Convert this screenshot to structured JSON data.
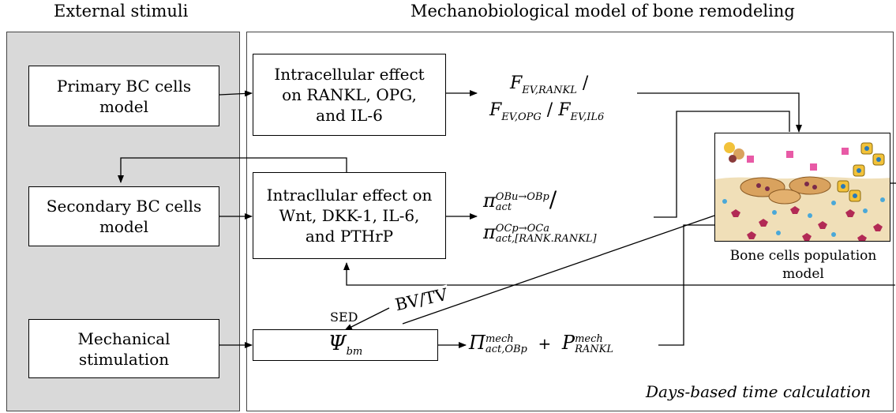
{
  "headers": {
    "left": "External stimuli",
    "right": "Mechanobiological model of bone remodeling"
  },
  "boxes": {
    "primary": "Primary BC cells\nmodel",
    "secondary": "Secondary BC cells\nmodel",
    "mechanical": "Mechanical\nstimulation",
    "intra1": "Intracellular effect\non RANKL, OPG,\nand IL-6",
    "intra2": "Intracllular effect on\nWnt, DKK-1, IL-6,\nand PTHrP",
    "bone_caption": "Bone cells population\nmodel"
  },
  "formulas": {
    "f_symbol": "F",
    "f_sub1": "EV,RANKL",
    "f_sub2": "EV,OPG",
    "f_sub3": "EV,IL6",
    "slash": "/",
    "pi_symbol": "π",
    "pi1_sup": "OBu→OBp",
    "pi1_sub": "act",
    "pi2_sup": "OCp→OCa",
    "pi2_sub": "act,[RANK.RANKL]",
    "psi_symbol": "Ψ",
    "psi_sub": "bm",
    "Pi_symbol": "Π",
    "Pi_sup": "mech",
    "Pi_sub": "act,OBp",
    "plus": "+",
    "P_symbol": "P",
    "P_sup": "mech",
    "P_sub": "RANKL"
  },
  "labels": {
    "bvtv": "BV/TV",
    "sed": "SED",
    "days": "Days-based time calculation"
  },
  "colors": {
    "left_panel_bg": "#d9d9d9",
    "line": "#000000"
  }
}
